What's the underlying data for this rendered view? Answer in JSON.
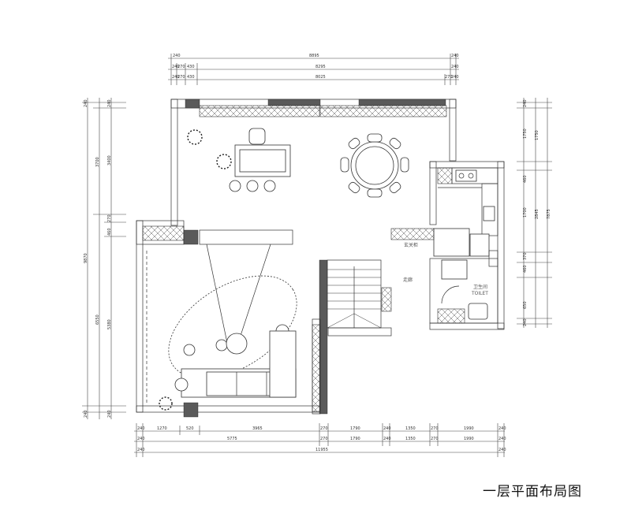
{
  "title": "一层平面布局图",
  "top_dims": {
    "row1": [
      "240",
      "8895",
      "240"
    ],
    "row2": [
      "240",
      "270",
      "430",
      "8295",
      "240"
    ],
    "row3": [
      "240",
      "270",
      "430",
      "8025",
      "270",
      "240"
    ]
  },
  "left_dims": {
    "outer": [
      "240",
      "9870",
      "240"
    ],
    "mid": [
      "3700",
      "6550"
    ],
    "inner": [
      "240",
      "3400",
      "270",
      "460",
      "5380",
      "240"
    ]
  },
  "right_dims": {
    "outer": [
      "7875"
    ],
    "mid": [
      "1750",
      "2845"
    ],
    "inner": [
      "240",
      "1750",
      "460",
      "1700",
      "370",
      "460",
      "650",
      "240"
    ]
  },
  "bottom_dims": {
    "row1": [
      "240",
      "1270",
      "520",
      "3965",
      "270",
      "1790",
      "240",
      "1350",
      "270",
      "1990",
      "240"
    ],
    "row2": [
      "240",
      "5775",
      "270",
      "1790",
      "240",
      "1350",
      "270",
      "1990",
      "240"
    ],
    "row3": [
      "240",
      "11955",
      "240"
    ]
  },
  "rooms": {
    "entry_cabinet": "玄关柜",
    "corridor": "走廊",
    "bathroom": "卫生间",
    "toilet": "TOILET"
  }
}
